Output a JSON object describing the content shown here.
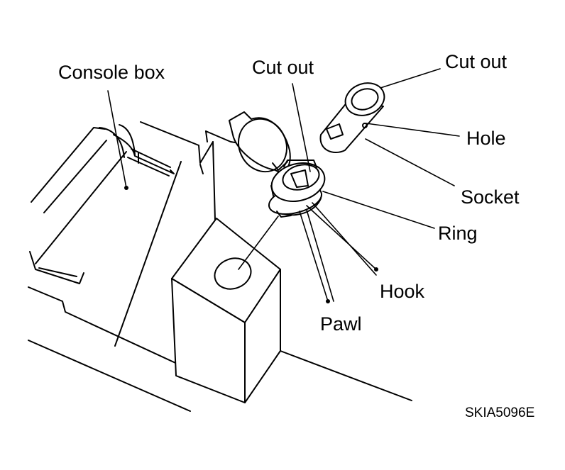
{
  "labels": {
    "console_box": "Console box",
    "cut_out_ring": "Cut out",
    "cut_out_socket": "Cut out",
    "hole": "Hole",
    "socket": "Socket",
    "ring": "Ring",
    "hook": "Hook",
    "pawl": "Pawl"
  },
  "figure_code": "SKIA5096E",
  "colors": {
    "line": "#000000",
    "background": "#ffffff"
  }
}
